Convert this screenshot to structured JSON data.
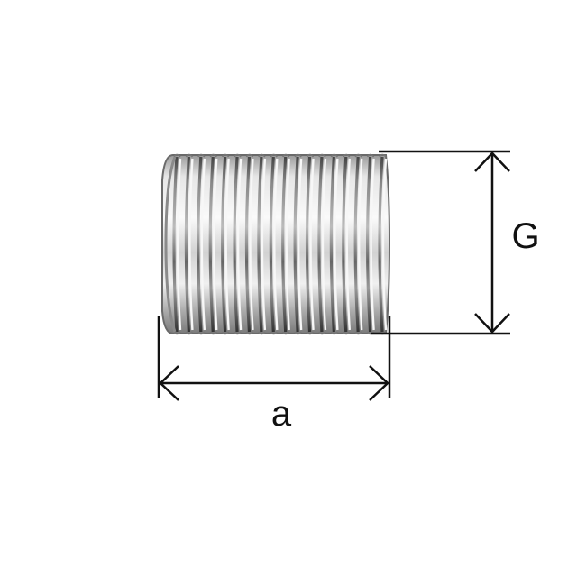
{
  "diagram": {
    "labels": {
      "height": "G",
      "length": "a"
    },
    "part": {
      "icon": "threaded-nipple-icon",
      "thread_count": 18
    },
    "colors": {
      "line": "#111111",
      "metal_light": "#f4f4f4",
      "metal_mid": "#c8c8c8",
      "metal_dark": "#707070",
      "background": "#ffffff"
    }
  }
}
